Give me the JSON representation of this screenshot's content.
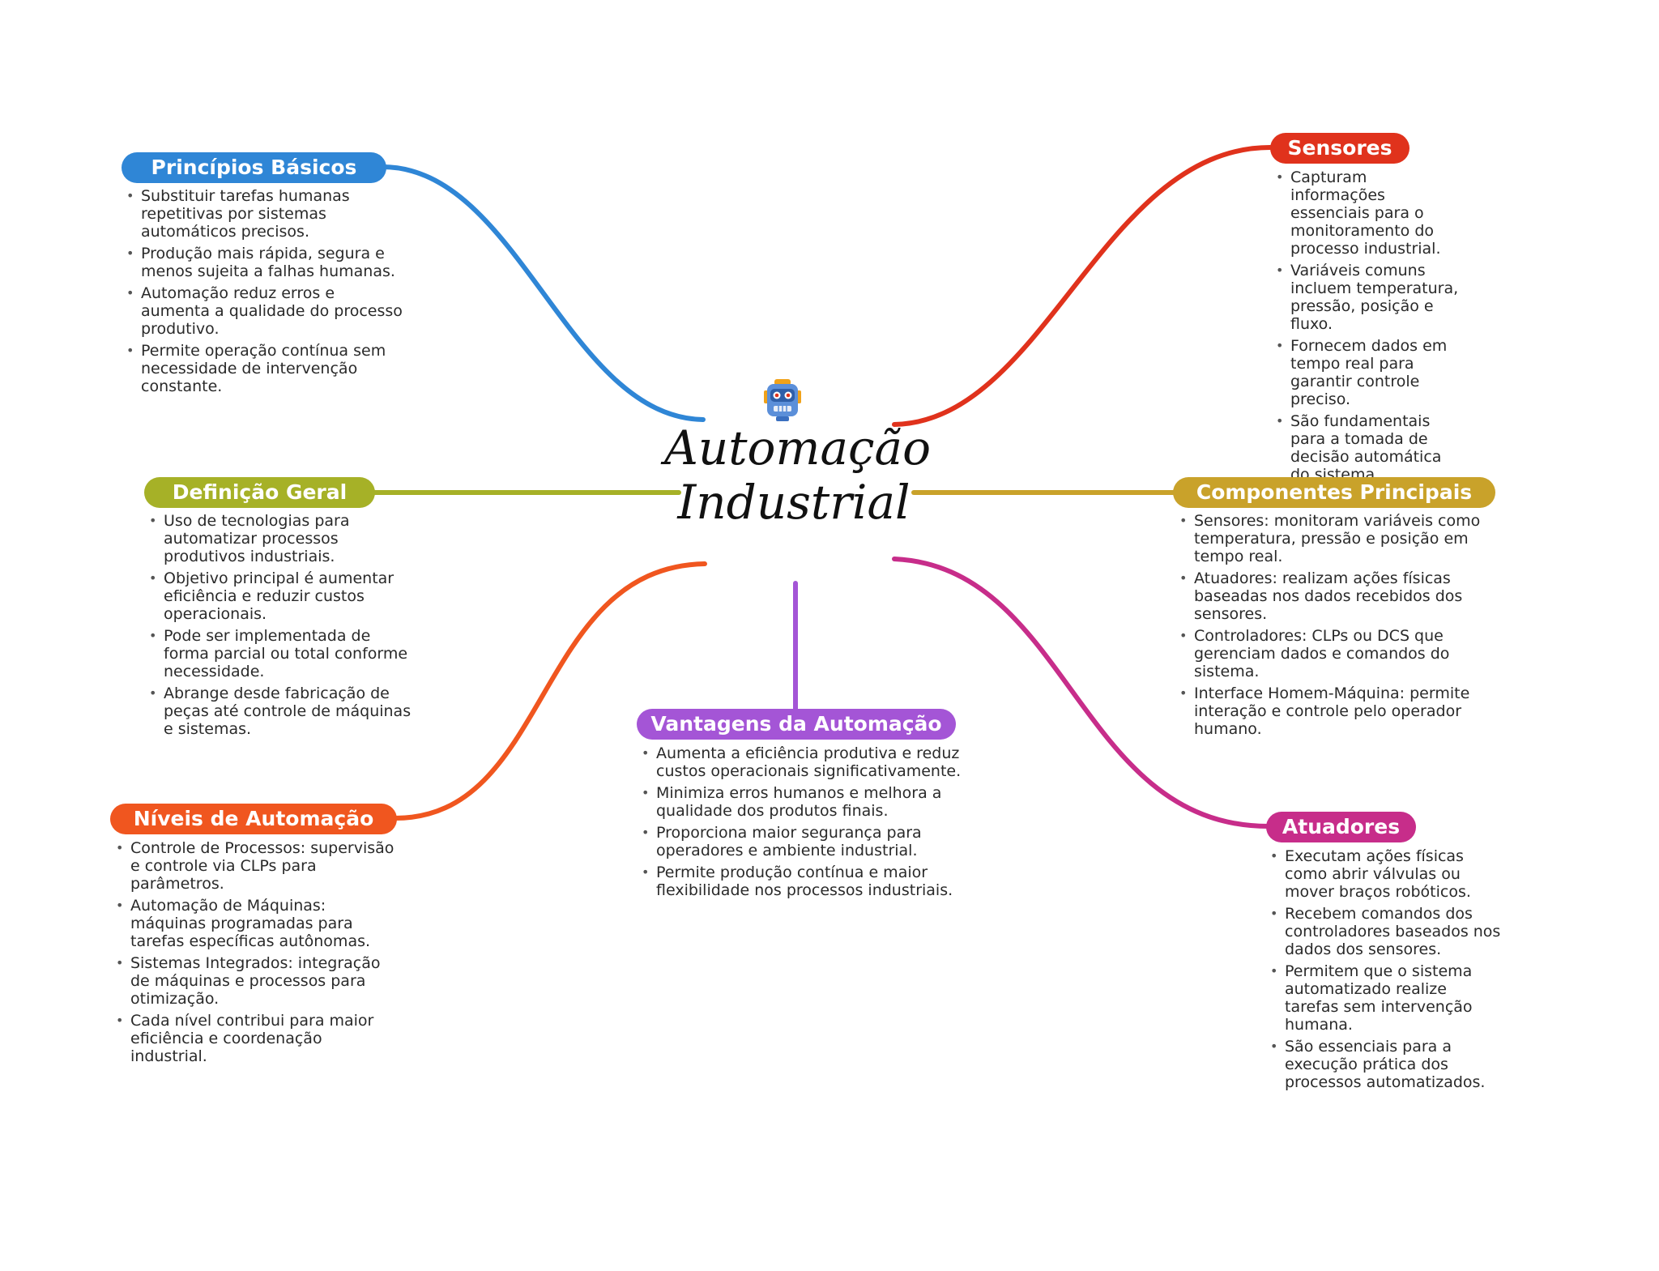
{
  "center": {
    "title_line1": "Automação",
    "title_line2": "Industrial",
    "icon": "robot-icon"
  },
  "colors": {
    "principios": "#2f86d6",
    "definicao": "#a6b127",
    "niveis": "#f0561f",
    "vantagens": "#a455d6",
    "sensores": "#e0321c",
    "componentes": "#c9a22a",
    "atuadores": "#c72d8a"
  },
  "branches": {
    "principios": {
      "label": "Princípios Básicos",
      "items": [
        "Substituir tarefas humanas repetitivas por sistemas automáticos precisos.",
        "Produção mais rápida, segura e menos sujeita a falhas humanas.",
        "Automação reduz erros e aumenta a qualidade do processo produtivo.",
        "Permite operação contínua sem necessidade de intervenção constante."
      ]
    },
    "definicao": {
      "label": "Definição Geral",
      "items": [
        "Uso de tecnologias para automatizar processos produtivos industriais.",
        "Objetivo principal é aumentar eficiência e reduzir custos operacionais.",
        "Pode ser implementada de forma parcial ou total conforme necessidade.",
        "Abrange desde fabricação de peças até controle de máquinas e sistemas."
      ]
    },
    "niveis": {
      "label": "Níveis de Automação",
      "items": [
        "Controle de Processos: supervisão e controle via CLPs para parâmetros.",
        "Automação de Máquinas: máquinas programadas para tarefas específicas autônomas.",
        "Sistemas Integrados: integração de máquinas e processos para otimização.",
        "Cada nível contribui para maior eficiência e coordenação industrial."
      ]
    },
    "vantagens": {
      "label": "Vantagens da Automação",
      "items": [
        "Aumenta a eficiência produtiva e reduz custos operacionais significativamente.",
        "Minimiza erros humanos e melhora a qualidade dos produtos finais.",
        "Proporciona maior segurança para operadores e ambiente industrial.",
        "Permite produção contínua e maior flexibilidade nos processos industriais."
      ]
    },
    "sensores": {
      "label": "Sensores",
      "items": [
        "Capturam informações essenciais para o monitoramento do processo industrial.",
        "Variáveis comuns incluem temperatura, pressão, posição e fluxo.",
        "Fornecem dados em tempo real para garantir controle preciso.",
        "São fundamentais para a tomada de decisão automática do sistema."
      ]
    },
    "componentes": {
      "label": "Componentes Principais",
      "items": [
        "Sensores: monitoram variáveis como temperatura, pressão e posição em tempo real.",
        "Atuadores: realizam ações físicas baseadas nos dados recebidos dos sensores.",
        "Controladores: CLPs ou DCS que gerenciam dados e comandos do sistema.",
        "Interface Homem-Máquina: permite interação e controle pelo operador humano."
      ]
    },
    "atuadores": {
      "label": "Atuadores",
      "items": [
        "Executam ações físicas como abrir válvulas ou mover braços robóticos.",
        "Recebem comandos dos controladores baseados nos dados dos sensores.",
        "Permitem que o sistema automatizado realize tarefas sem intervenção humana.",
        "São essenciais para a execução prática dos processos automatizados."
      ]
    }
  }
}
